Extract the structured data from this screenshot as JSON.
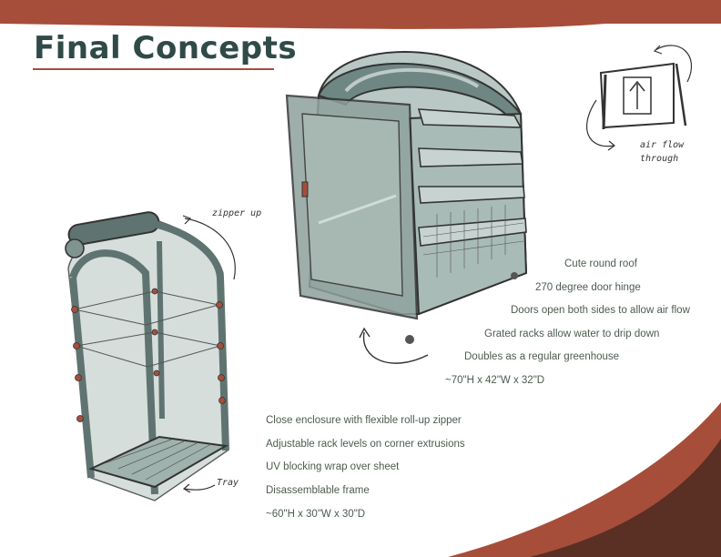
{
  "slide": {
    "title": "Final Concepts"
  },
  "annotations": {
    "zipper": "zipper up",
    "tray": "Tray",
    "airflow_line1": "air flow",
    "airflow_line2": "through"
  },
  "large_concept": {
    "features": [
      "Cute round roof",
      "270 degree door hinge",
      "Doors open both sides to allow air flow",
      "Grated racks allow water to drip down",
      "Doubles as a regular greenhouse",
      "~70\"H x 42\"W x 32\"D"
    ]
  },
  "small_concept": {
    "features": [
      "Close enclosure with flexible roll-up zipper",
      "Adjustable rack levels on corner extrusions",
      "UV blocking wrap over sheet",
      "Disassemblable frame",
      "~60\"H x 30\"W x 30\"D"
    ]
  },
  "colors": {
    "accent": "#a64e3a",
    "dark_accent": "#5a2f24",
    "title": "#2f4a47",
    "frame": "#5f7470",
    "panel": "#9fb2ad"
  }
}
